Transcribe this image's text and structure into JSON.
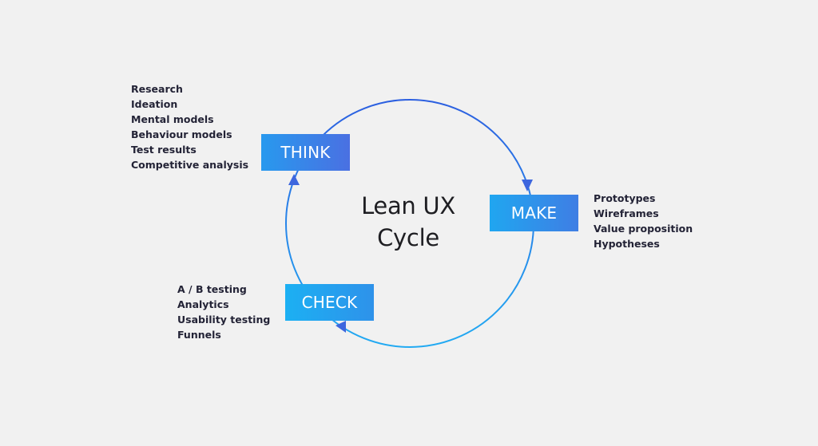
{
  "diagram": {
    "title_lines": [
      "Lean UX",
      "Cycle"
    ],
    "colors": {
      "background": "#f1f1f1",
      "arc_top": "#2c5fe0",
      "arc_bottom": "#22aaf2",
      "arrow": "#3d66de"
    },
    "phases": [
      {
        "id": "think",
        "label": "THINK",
        "items": [
          "Research",
          "Ideation",
          "Mental models",
          "Behaviour models",
          "Test results",
          "Competitive analysis"
        ]
      },
      {
        "id": "make",
        "label": "MAKE",
        "items": [
          "Prototypes",
          "Wireframes",
          "Value proposition",
          "Hypotheses"
        ]
      },
      {
        "id": "check",
        "label": "CHECK",
        "items": [
          "A / B testing",
          "Analytics",
          "Usability testing",
          "Funnels"
        ]
      }
    ]
  }
}
